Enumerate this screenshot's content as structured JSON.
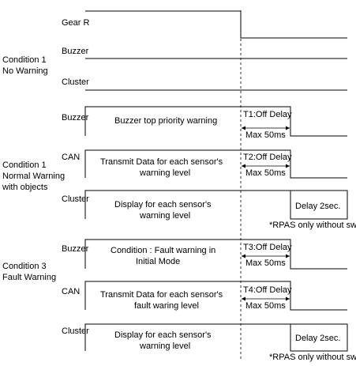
{
  "conditions": {
    "c1_line1": "Condition 1",
    "c1_line2": "No Warning",
    "c2_line1": "Condition 1",
    "c2_line2": "Normal Warning",
    "c2_line3": "with objects",
    "c3_line1": "Condition 3",
    "c3_line2": "Fault Warning"
  },
  "signals": {
    "gear_r": "Gear R",
    "buzzer_1": "Buzzer",
    "cluster_1": "Cluster",
    "buzzer_2": "Buzzer",
    "can_2": "CAN",
    "cluster_2": "Cluster",
    "buzzer_3": "Buzzer",
    "can_3": "CAN",
    "cluster_3": "Cluster"
  },
  "descriptions": {
    "buzzer_2": "Buzzer top priority warning",
    "can_2_line1": "Transmit Data for each sensor's",
    "can_2_line2": "warning level",
    "cluster_2_line1": "Display for each sensor's",
    "cluster_2_line2": "warning level",
    "buzzer_3_line1": "Condition : Fault warning in",
    "buzzer_3_line2": "Initial Mode",
    "can_3_line1": "Transmit Data for each sensor's",
    "can_3_line2": "fault waring level",
    "cluster_3_line1": "Display for each sensor's",
    "cluster_3_line2": "warning level"
  },
  "timing": {
    "t1": "T1:Off Delay",
    "t2": "T2:Off Delay",
    "t3": "T3:Off Delay",
    "t4": "T4:Off Delay",
    "max": "Max 50ms",
    "delay_box": "Delay 2sec.",
    "footnote": "*RPAS only without swith"
  }
}
